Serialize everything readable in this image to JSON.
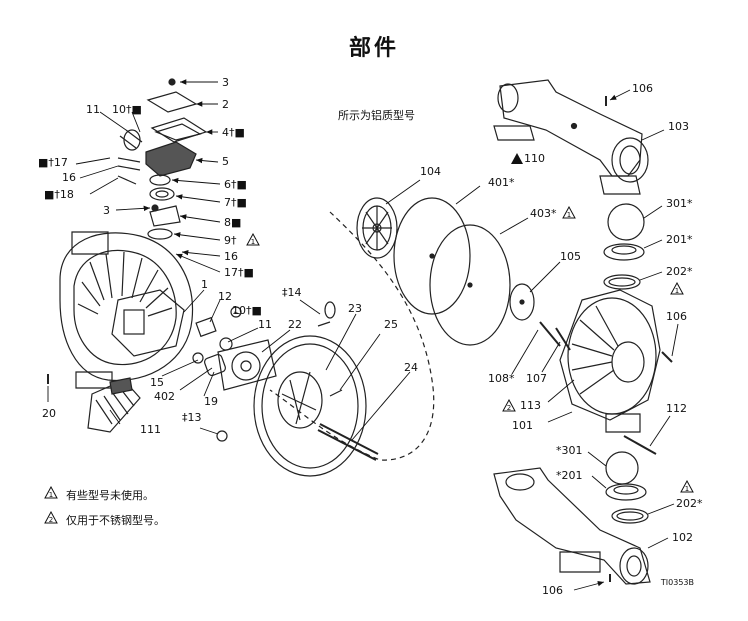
{
  "title": "部件",
  "subtitle": "所示为铝质型号",
  "figure_id": "TI0353B",
  "notes": [
    {
      "marker": "1",
      "text": "有些型号未使用。"
    },
    {
      "marker": "2",
      "text": "仅用于不锈钢型号。"
    }
  ],
  "callouts": {
    "c3a": "3",
    "c2": "2",
    "c4": "4†■",
    "c5": "5",
    "c6": "6†■",
    "c7": "7†■",
    "c8": "8■",
    "c9": "9†",
    "c16a": "16",
    "c17b": "17†■",
    "c11a": "11",
    "c10a": "10†■",
    "c17a": "■†17",
    "c16b": "16",
    "c18": "■†18",
    "c3b": "3",
    "c1": "1",
    "c12": "12",
    "c10b": "10†■",
    "c11b": "11",
    "c15": "15",
    "c402": "402",
    "c19": "19",
    "c13": "‡13",
    "c20": "20",
    "c111": "111",
    "c14": "‡14",
    "c22": "22",
    "c23": "23",
    "c25": "25",
    "c24": "24",
    "c104": "104",
    "c401": "401*",
    "c403": "403*",
    "c105": "105",
    "c108": "108*",
    "c107": "107",
    "c113": "113",
    "c101": "101",
    "c106a": "106",
    "c110": "110",
    "c103": "103",
    "c301a": "301*",
    "c201a": "201*",
    "c202a": "202*",
    "c106b": "106",
    "c112": "112",
    "c301b": "*301",
    "c201b": "*201",
    "c202b": "202*",
    "c102": "102",
    "c106c": "106"
  }
}
